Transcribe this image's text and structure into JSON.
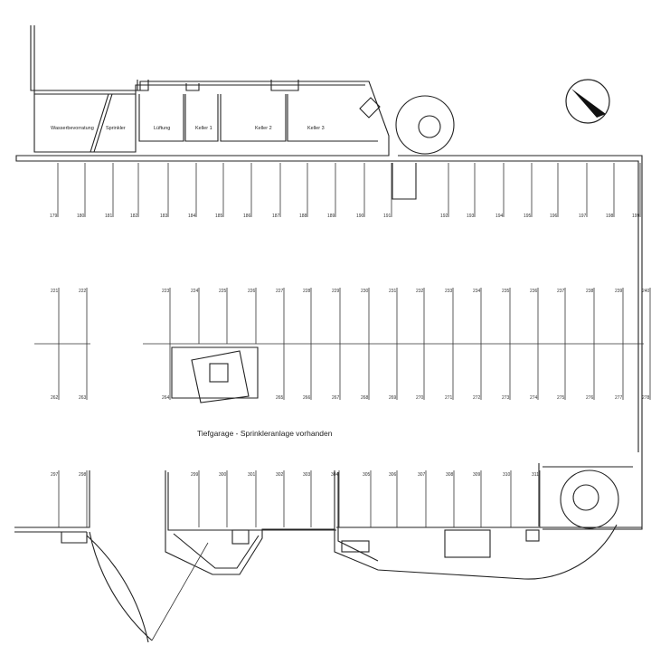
{
  "caption": "Tiefgarage - Sprinkleranlage vorhanden",
  "rooms": {
    "water": "Wasserbevorratung",
    "sprinkler": "Sprinkler",
    "ventilation": "Lüftung",
    "cellar1": "Keller 1",
    "cellar2": "Keller 2",
    "cellar3": "Keller 3"
  },
  "compass_icon": "north-arrow-icon",
  "rows": {
    "top": [
      "179",
      "180",
      "181",
      "182",
      "183",
      "184",
      "185",
      "186",
      "187",
      "188",
      "189",
      "190",
      "191",
      "192",
      "193",
      "194",
      "195",
      "196",
      "197",
      "198",
      "199"
    ],
    "middle_upper": [
      "221",
      "222",
      "223",
      "224",
      "225",
      "226",
      "227",
      "228",
      "229",
      "230",
      "231",
      "232",
      "233",
      "234",
      "235",
      "236",
      "237",
      "238",
      "239",
      "240"
    ],
    "middle_lower": [
      "262",
      "263",
      "264",
      "265",
      "266",
      "267",
      "268",
      "269",
      "270",
      "271",
      "272",
      "273",
      "274",
      "275",
      "276",
      "277",
      "278"
    ],
    "bottom": [
      "297",
      "298",
      "299",
      "300",
      "301",
      "302",
      "303",
      "304",
      "305",
      "306",
      "307",
      "308",
      "309",
      "310",
      "311"
    ]
  }
}
